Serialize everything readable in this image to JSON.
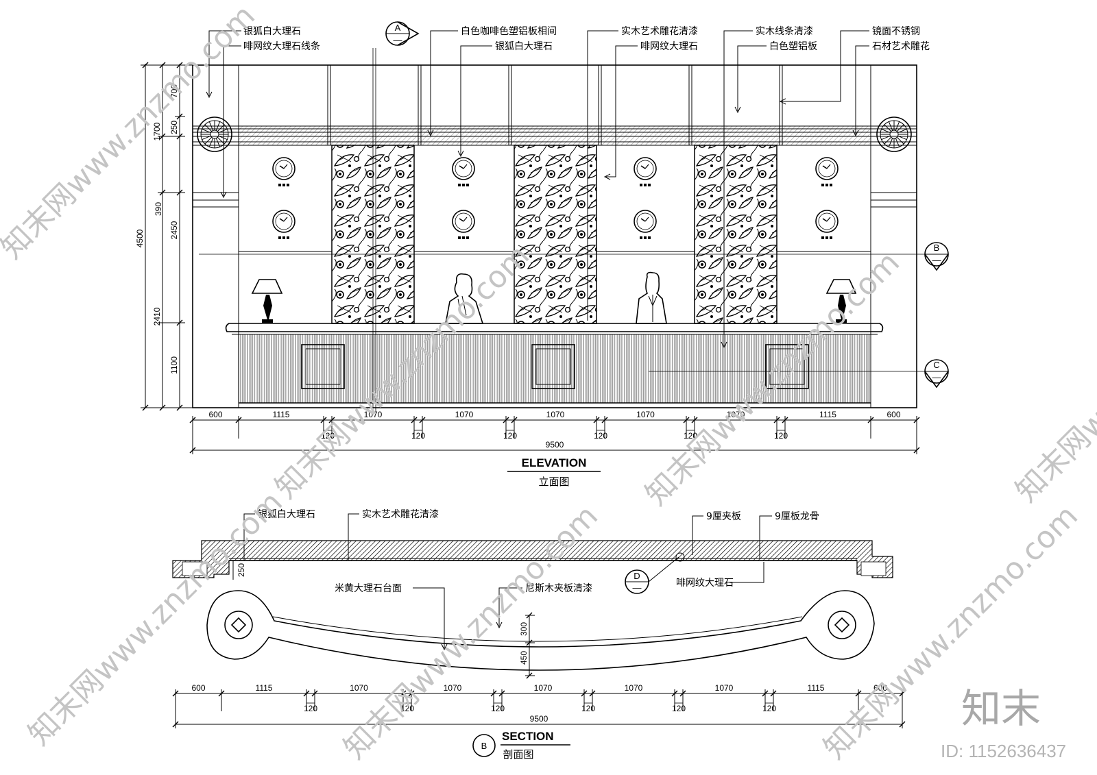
{
  "elevation": {
    "title": "ELEVATION",
    "subtitle": "立面图",
    "labels": [
      "银狐白大理石",
      "啡网纹大理石线条",
      "白色咖啡色塑铝板相间",
      "银狐白大理石",
      "实木艺术雕花清漆",
      "啡网纹大理石",
      "实木线条清漆",
      "白色塑铝板",
      "镜面不锈钢",
      "石材艺术雕花"
    ],
    "markers": [
      "A",
      "B",
      "C"
    ],
    "marker_sub": "—",
    "vdims_outer": [
      "4500"
    ],
    "vdims_mid": [
      "1700",
      "2410"
    ],
    "vdims_inner": [
      "700",
      "250",
      "390",
      "2450",
      "1100"
    ],
    "hdims_top": [
      "600",
      "1115",
      "1070",
      "1070",
      "1070",
      "1070",
      "1070",
      "1115",
      "600"
    ],
    "hdims_gap": [
      "120",
      "120",
      "120",
      "120",
      "120",
      "120"
    ],
    "total": "9500"
  },
  "section": {
    "title": "SECTION",
    "subtitle": "剖面图",
    "marker": "B",
    "detail_marker": "D",
    "detail_sub": "—",
    "labels": [
      "银狐白大理石",
      "实木艺术雕花清漆",
      "9厘夹板",
      "9厘板龙骨",
      "啡网纹大理石",
      "米黄大理石台面",
      "尼斯木夹板清漆"
    ],
    "vdims": [
      "250",
      "300",
      "450"
    ],
    "hdims_top": [
      "600",
      "1115",
      "1070",
      "1070",
      "1070",
      "1070",
      "1070",
      "1115",
      "600"
    ],
    "hdims_gap": [
      "120",
      "120",
      "120",
      "120",
      "120",
      "120"
    ],
    "total": "9500"
  },
  "watermark": {
    "text": "知末网www.znzmo.com",
    "logo": "知末",
    "id": "ID: 1152636437"
  }
}
